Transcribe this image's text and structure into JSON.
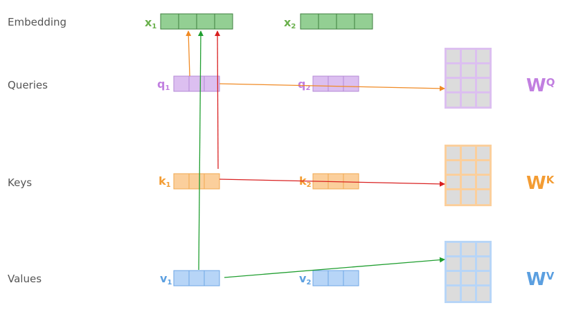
{
  "rows": {
    "embedding": "Embedding",
    "queries": "Queries",
    "keys": "Keys",
    "values": "Values"
  },
  "vectors": {
    "x1": {
      "name": "x",
      "sub": "1"
    },
    "x2": {
      "name": "x",
      "sub": "2"
    },
    "q1": {
      "name": "q",
      "sub": "1"
    },
    "q2": {
      "name": "q",
      "sub": "2"
    },
    "k1": {
      "name": "k",
      "sub": "1"
    },
    "k2": {
      "name": "k",
      "sub": "2"
    },
    "v1": {
      "name": "v",
      "sub": "1"
    },
    "v2": {
      "name": "v",
      "sub": "2"
    }
  },
  "weights": {
    "wq": {
      "name": "W",
      "sup": "Q"
    },
    "wk": {
      "name": "W",
      "sup": "K"
    },
    "wv": {
      "name": "W",
      "sup": "V"
    }
  },
  "colors": {
    "embedding_fill": "#93cf93",
    "embedding_stroke": "#3f7f3f",
    "embedding_text": "#6ab04c",
    "query_fill": "#dcbff0",
    "query_stroke": "#b48ad6",
    "query_text": "#c17fe0",
    "key_fill": "#fbcf9c",
    "key_stroke": "#f0a850",
    "key_text": "#f39c33",
    "value_fill": "#b7d5f7",
    "value_stroke": "#6da6e6",
    "value_text": "#5b9fe0",
    "matrix_cell": "#dcdcdc",
    "arrow_orange": "#f08a24",
    "arrow_red": "#d92020",
    "arrow_green": "#1f9e2f"
  }
}
